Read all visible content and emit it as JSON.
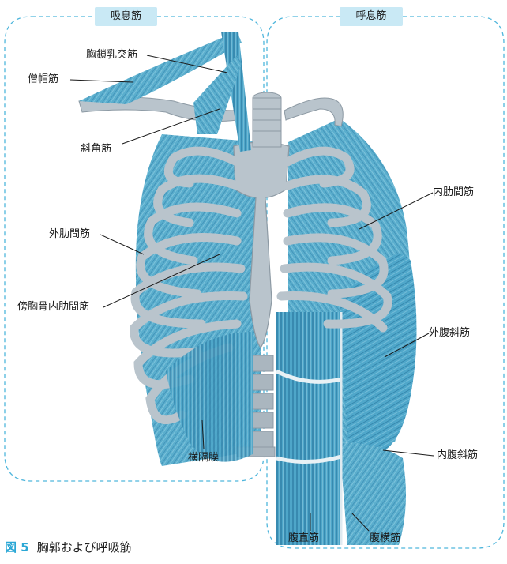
{
  "groups": {
    "inspiratory": "吸息筋",
    "expiratory": "呼息筋"
  },
  "labels": {
    "sternocleidomastoid": "胸鎖乳突筋",
    "trapezius": "僧帽筋",
    "scalene": "斜角筋",
    "external_intercostal": "外肋間筋",
    "parasternal_intercostal": "傍胸骨内肋間筋",
    "diaphragm": "横隔膜",
    "internal_intercostal": "内肋間筋",
    "external_oblique": "外腹斜筋",
    "internal_oblique": "内腹斜筋",
    "rectus_abdominis": "腹直筋",
    "transversus_abdominis": "腹横筋"
  },
  "caption": {
    "figure_number": "図 5",
    "title": "胸郭および呼吸筋"
  },
  "colors": {
    "muscle": "#5aaecd",
    "muscle_dark": "#2f7fa6",
    "bone": "#b9c4cc",
    "bone_dark": "#8d9aa4",
    "frame": "#4fb6dc",
    "tag_bg": "#c9e9f5",
    "caption_accent": "#2aa7d5"
  }
}
